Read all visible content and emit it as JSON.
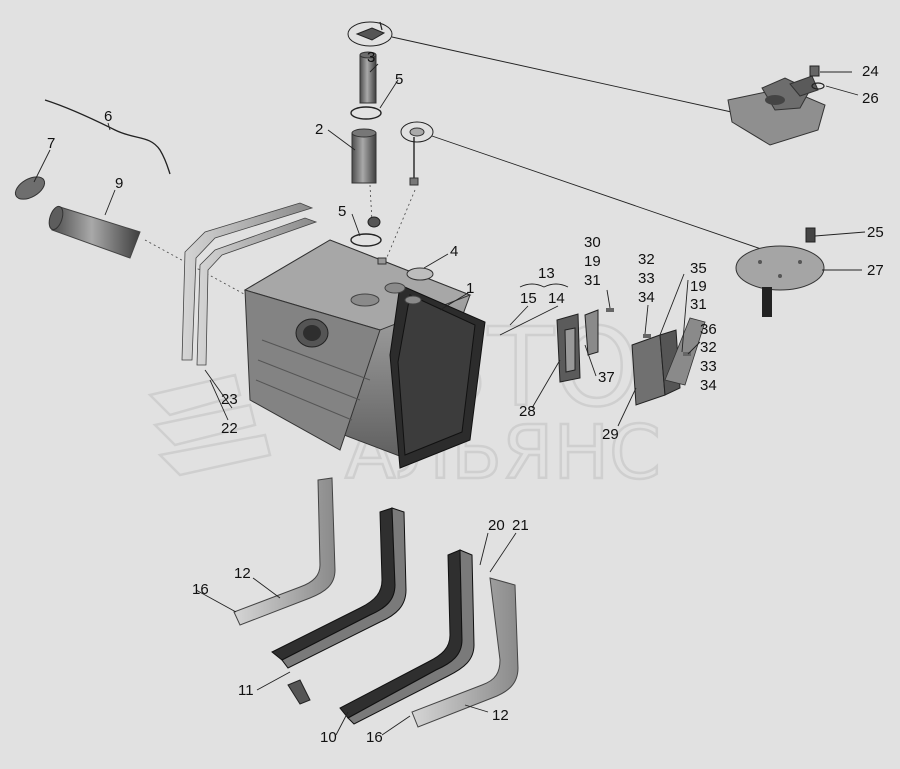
{
  "watermark": {
    "line1": "АВТО",
    "line2": "АЛЬЯНС"
  },
  "callouts": [
    {
      "id": "c1",
      "label": "1"
    },
    {
      "id": "c2",
      "label": "2"
    },
    {
      "id": "c3",
      "label": "3"
    },
    {
      "id": "c4",
      "label": "4"
    },
    {
      "id": "c5a",
      "label": "5"
    },
    {
      "id": "c5b",
      "label": "5"
    },
    {
      "id": "c6",
      "label": "6"
    },
    {
      "id": "c7",
      "label": "7"
    },
    {
      "id": "c9",
      "label": "9"
    },
    {
      "id": "c10",
      "label": "10"
    },
    {
      "id": "c11",
      "label": "11"
    },
    {
      "id": "c12a",
      "label": "12"
    },
    {
      "id": "c12b",
      "label": "12"
    },
    {
      "id": "c13",
      "label": "13"
    },
    {
      "id": "c14",
      "label": "14"
    },
    {
      "id": "c15",
      "label": "15"
    },
    {
      "id": "c16a",
      "label": "16"
    },
    {
      "id": "c16b",
      "label": "16"
    },
    {
      "id": "c19a",
      "label": "19"
    },
    {
      "id": "c19b",
      "label": "19"
    },
    {
      "id": "c20",
      "label": "20"
    },
    {
      "id": "c21",
      "label": "21"
    },
    {
      "id": "c22",
      "label": "22"
    },
    {
      "id": "c23",
      "label": "23"
    },
    {
      "id": "c24",
      "label": "24"
    },
    {
      "id": "c25",
      "label": "25"
    },
    {
      "id": "c26",
      "label": "26"
    },
    {
      "id": "c27",
      "label": "27"
    },
    {
      "id": "c28",
      "label": "28"
    },
    {
      "id": "c29",
      "label": "29"
    },
    {
      "id": "c30",
      "label": "30"
    },
    {
      "id": "c31a",
      "label": "31"
    },
    {
      "id": "c31b",
      "label": "31"
    },
    {
      "id": "c32a",
      "label": "32"
    },
    {
      "id": "c32b",
      "label": "32"
    },
    {
      "id": "c33a",
      "label": "33"
    },
    {
      "id": "c33b",
      "label": "33"
    },
    {
      "id": "c34a",
      "label": "34"
    },
    {
      "id": "c34b",
      "label": "34"
    },
    {
      "id": "c35",
      "label": "35"
    },
    {
      "id": "c36",
      "label": "36"
    },
    {
      "id": "c37",
      "label": "37"
    }
  ]
}
